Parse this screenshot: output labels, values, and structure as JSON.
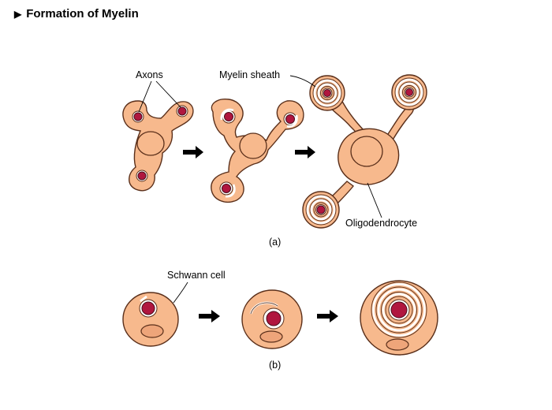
{
  "title": "Formation of Myelin",
  "labels": {
    "axons": "Axons",
    "myelin_sheath": "Myelin sheath",
    "oligodendrocyte": "Oligodendrocyte",
    "panel_a": "(a)",
    "schwann_cell": "Schwann cell",
    "panel_b": "(b)"
  },
  "colors": {
    "cytoplasm": "#f7b98d",
    "axon": "#b0163f",
    "outline": "#5a2f1a"
  },
  "icons": [
    "right-arrow-icon"
  ]
}
